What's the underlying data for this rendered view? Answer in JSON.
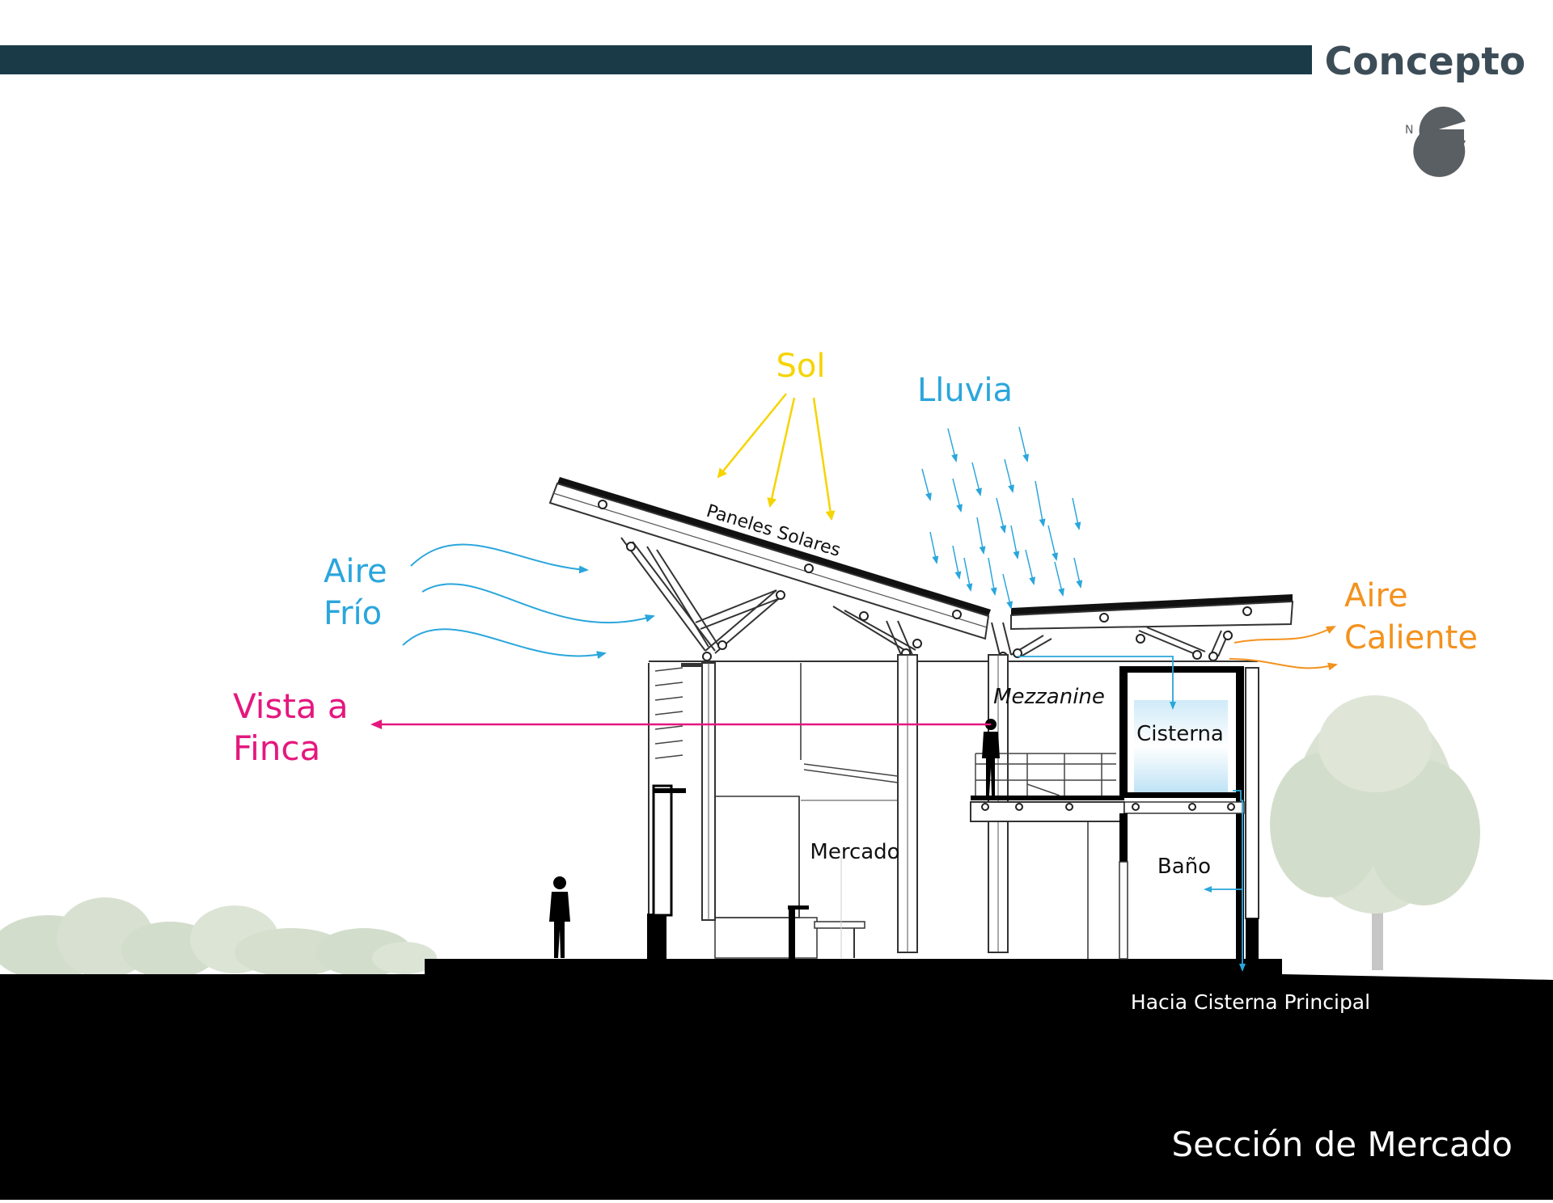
{
  "header": {
    "title": "Concepto",
    "compass_letter": "N"
  },
  "labels": {
    "sun": "Sol",
    "rain": "Lluvia",
    "cold_air": [
      "Aire",
      "Frío"
    ],
    "hot_air": [
      "Aire",
      "Caliente"
    ],
    "view": [
      "Vista a",
      "Finca"
    ],
    "solar_panels": "Paneles Solares",
    "mezzanine": "Mezzanine",
    "cistern": "Cisterna",
    "market": "Mercado",
    "bathroom": "Baño",
    "main_cistern": "Hacia Cisterna Principal"
  },
  "footer": {
    "caption": "Sección de Mercado"
  },
  "colors": {
    "header_bar": "#1b3a47",
    "header_text": "#3d4d57",
    "sun": "#f5d400",
    "rain": "#2aa6dc",
    "cold_air": "#2aa6dc",
    "hot_air": "#f3921e",
    "view": "#e5177e",
    "ground": "#000000",
    "structure": "#111111"
  }
}
